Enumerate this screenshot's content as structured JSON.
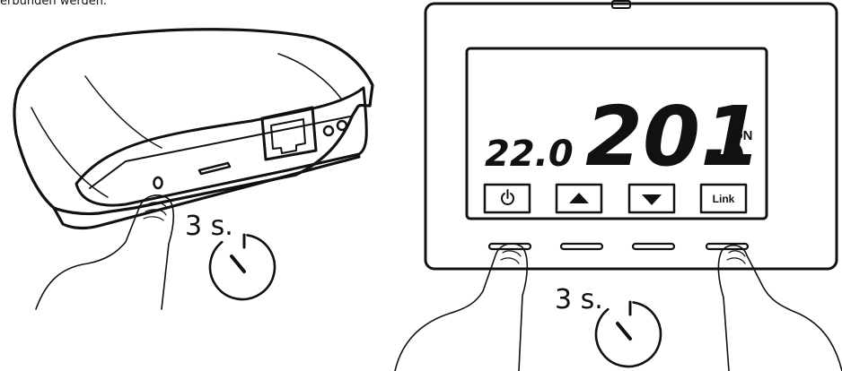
{
  "caption": "erbunden werden.",
  "gateway": {
    "timer_label": "3 s."
  },
  "thermostat": {
    "setpoint": "22.0",
    "temperature": "20.",
    "temperature_last_digit": "1",
    "status": "ON",
    "buttons": {
      "power_icon": "power-icon",
      "up_icon": "arrow-up-icon",
      "down_icon": "arrow-down-icon",
      "link_label": "Link"
    },
    "timer_label": "3 s."
  }
}
